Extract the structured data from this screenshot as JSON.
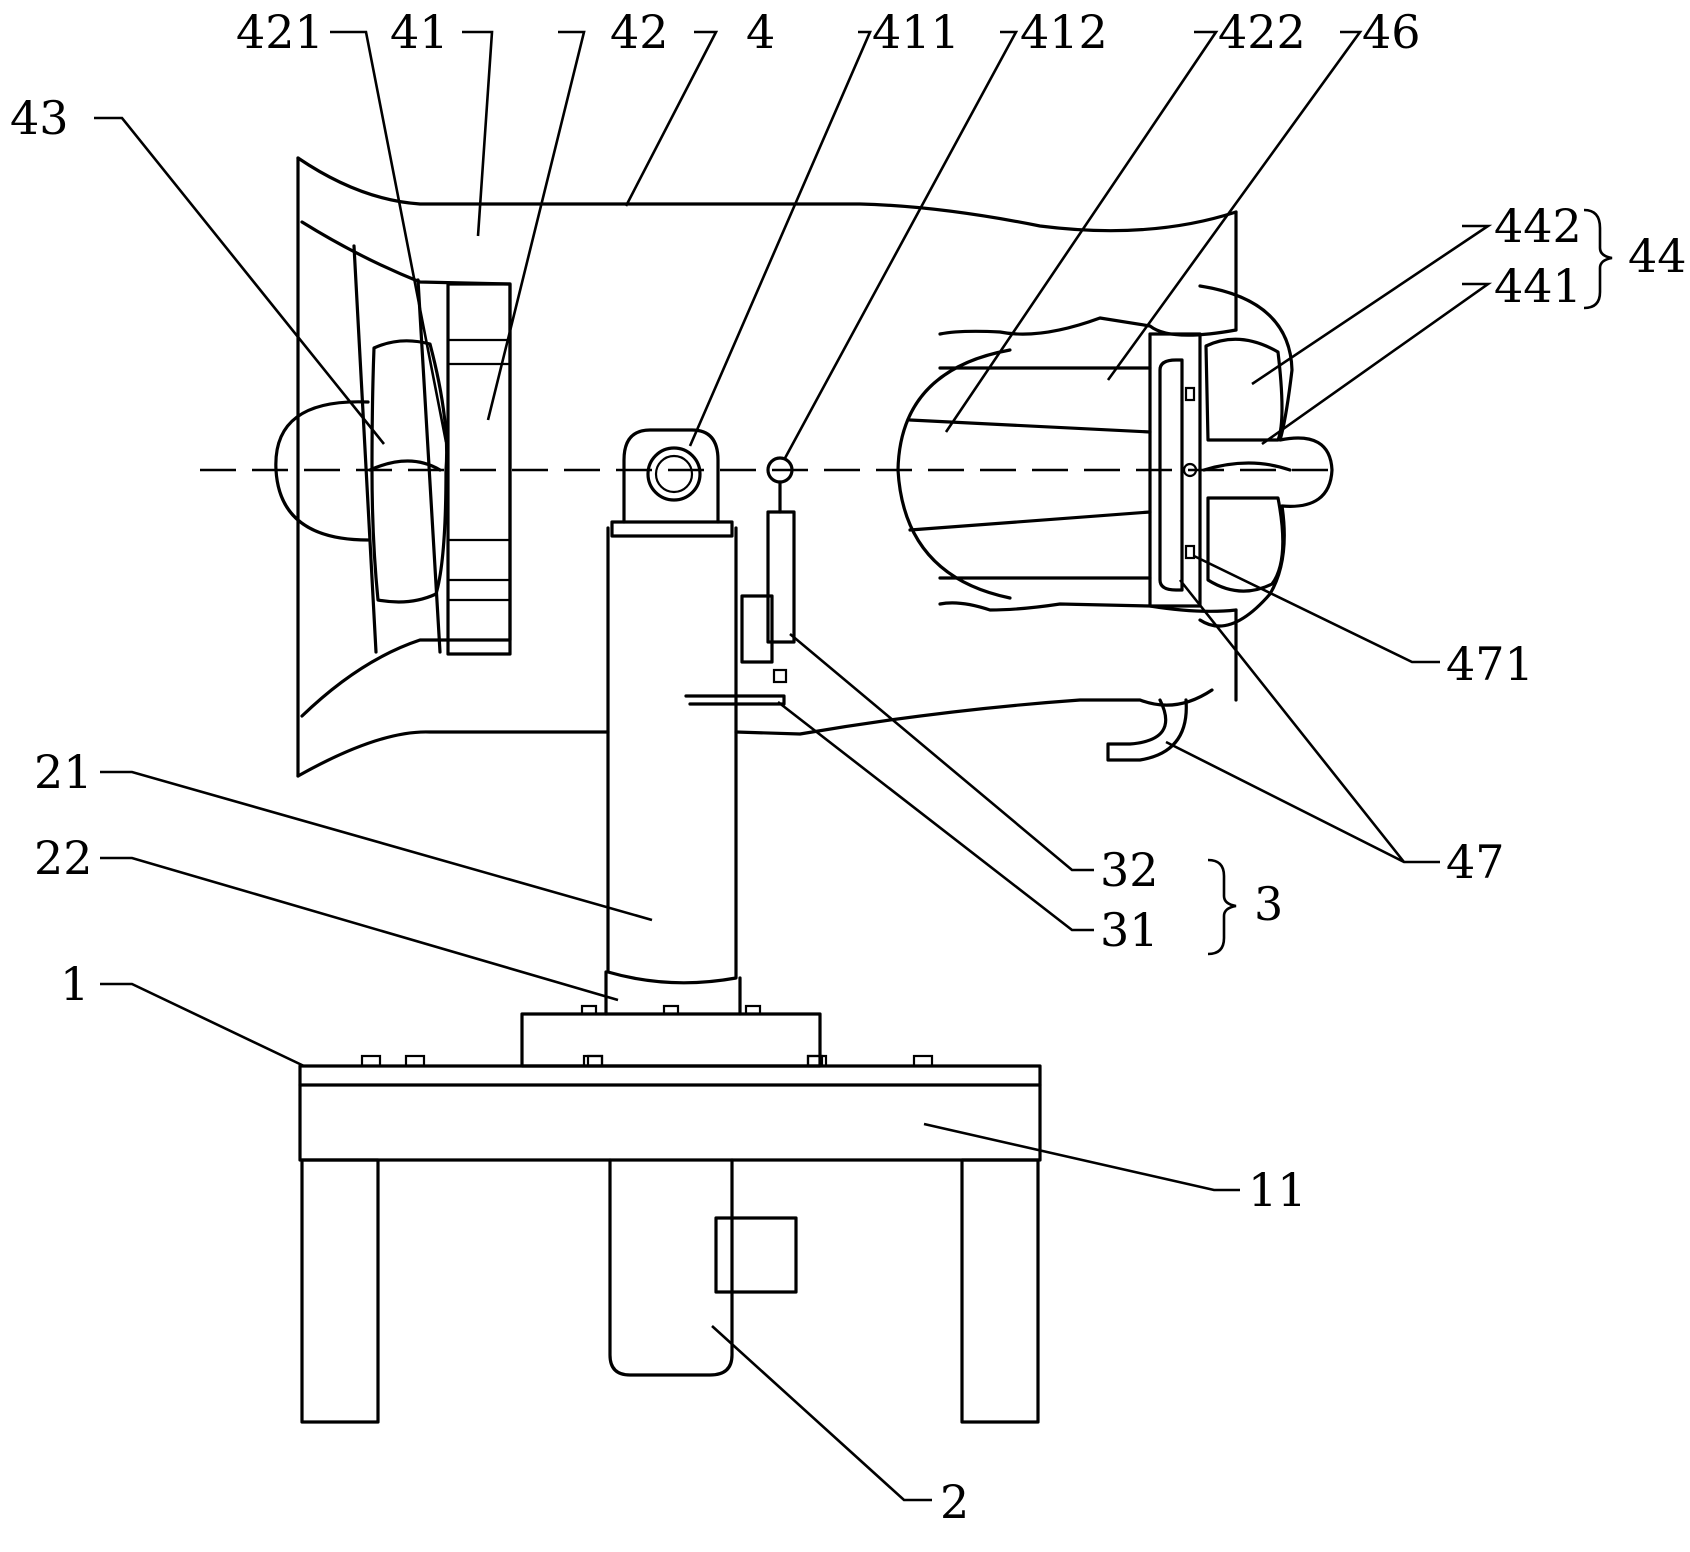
{
  "labels": {
    "l421": "421",
    "l41": "41",
    "l42": "42",
    "l4": "4",
    "l411": "411",
    "l412": "412",
    "l422": "422",
    "l46": "46",
    "l43": "43",
    "l442": "442",
    "l441": "441",
    "l44": "44",
    "l471": "471",
    "l47": "47",
    "l32": "32",
    "l31": "31",
    "l3": "3",
    "l21": "21",
    "l22": "22",
    "l1": "1",
    "l11": "11",
    "l2": "2"
  }
}
